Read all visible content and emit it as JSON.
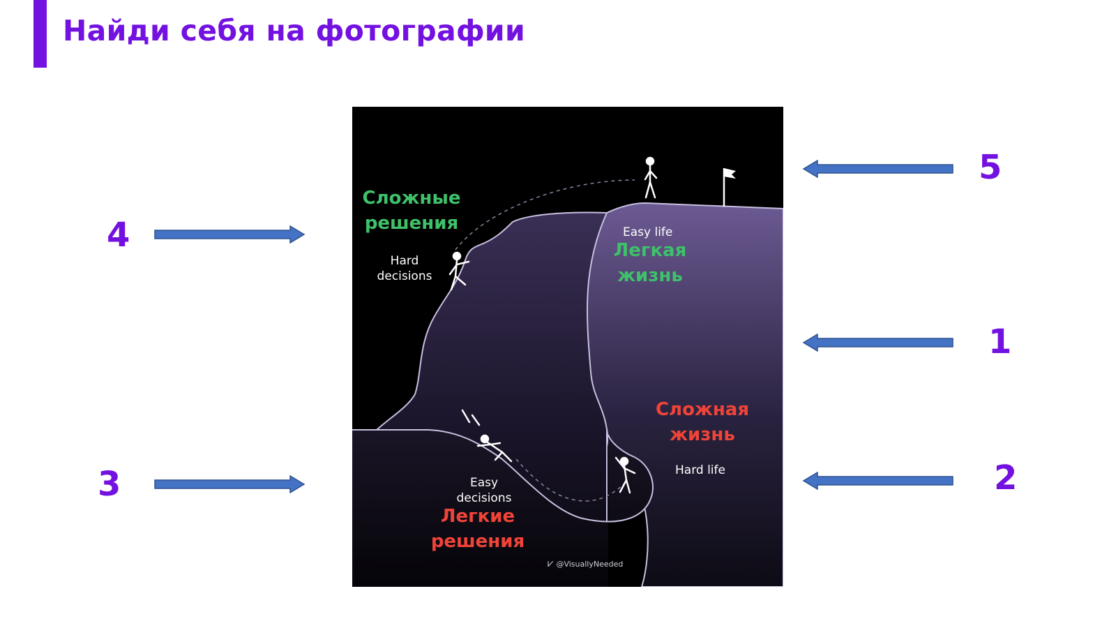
{
  "slide": {
    "title": "Найди себя на фотографии",
    "accent_color": "#7311e0"
  },
  "photo": {
    "labels": {
      "hard_decisions_ru": "Сложные решения",
      "hard_decisions_en": "Hard decisions",
      "easy_life_en": "Easy life",
      "easy_life_ru": "Легкая жизнь",
      "hard_life_ru": "Сложная жизнь",
      "hard_life_en": "Hard life",
      "easy_decisions_en": "Easy decisions",
      "easy_decisions_ru": "Легкие решения"
    },
    "credit": "@VisuallyNeeded",
    "colors": {
      "green": "#3fc16a",
      "red": "#f04438",
      "hill": "#6c5a93"
    }
  },
  "markers": [
    {
      "number": "5",
      "arrow_direction": "left"
    },
    {
      "number": "4",
      "arrow_direction": "right"
    },
    {
      "number": "1",
      "arrow_direction": "left"
    },
    {
      "number": "3",
      "arrow_direction": "right"
    },
    {
      "number": "2",
      "arrow_direction": "left"
    }
  ],
  "arrow_color": "#4472c4"
}
